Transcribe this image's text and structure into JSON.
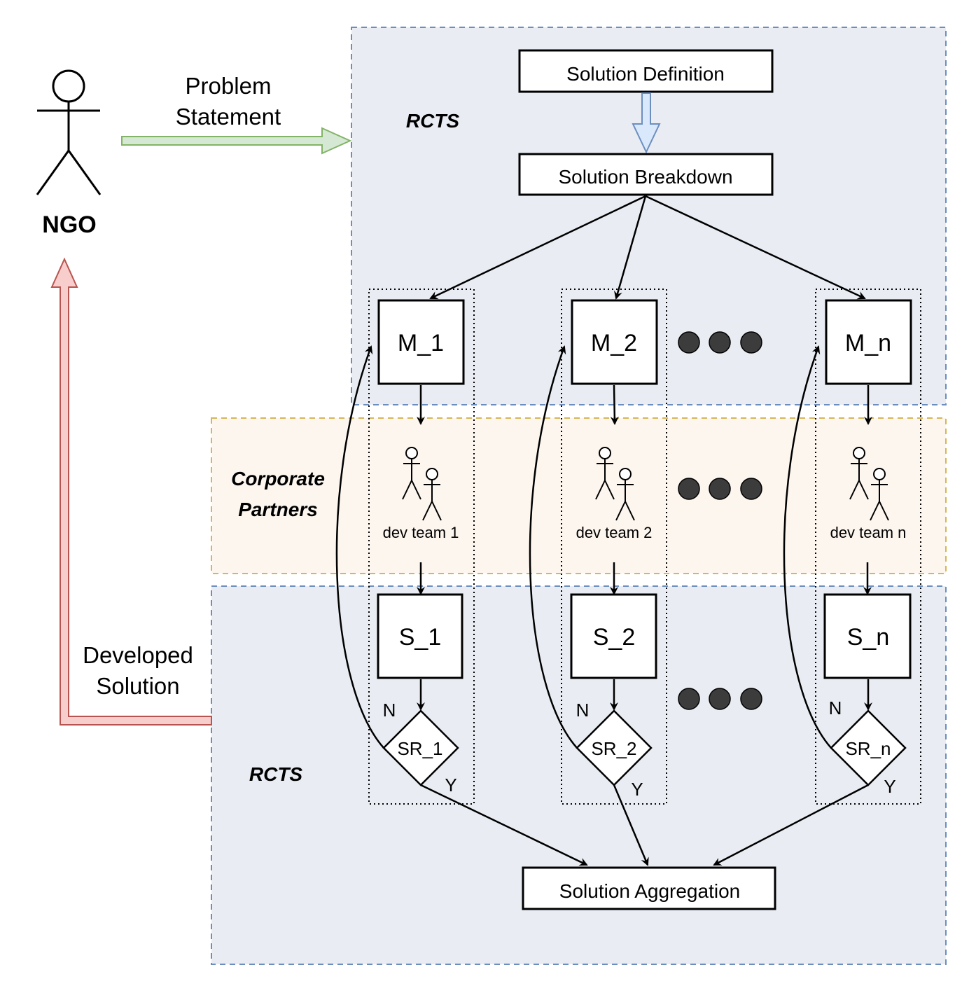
{
  "actor": {
    "label": "NGO"
  },
  "inputs": {
    "problem_statement": [
      "Problem",
      "Statement"
    ]
  },
  "outputs": {
    "developed_solution": [
      "Developed",
      "Solution"
    ]
  },
  "regions": {
    "rcts_top": "RCTS",
    "corporate": [
      "Corporate",
      "Partners"
    ],
    "rcts_bottom": "RCTS"
  },
  "steps": {
    "definition": "Solution Definition",
    "breakdown": "Solution Breakdown",
    "aggregation": "Solution Aggregation"
  },
  "columns": [
    {
      "module": "M_1",
      "team": "dev team 1",
      "solution": "S_1",
      "review": "SR_1"
    },
    {
      "module": "M_2",
      "team": "dev team 2",
      "solution": "S_2",
      "review": "SR_2"
    },
    {
      "module": "M_n",
      "team": "dev team n",
      "solution": "S_n",
      "review": "SR_n"
    }
  ],
  "decision": {
    "no": "N",
    "yes": "Y"
  },
  "colors": {
    "rcts_fill": "#e9edf3",
    "rcts_border": "#6c8ebf",
    "corp_fill": "#fdf6ef",
    "corp_border": "#d6b656",
    "green_arrow_fill": "#d5e8d4",
    "green_arrow_stroke": "#82b366",
    "red_arrow_fill": "#f8cecc",
    "red_arrow_stroke": "#b85450",
    "blue_arrow_fill": "#dae8fc",
    "blue_arrow_stroke": "#6c8ebf",
    "dot": "#3c3c3c"
  }
}
